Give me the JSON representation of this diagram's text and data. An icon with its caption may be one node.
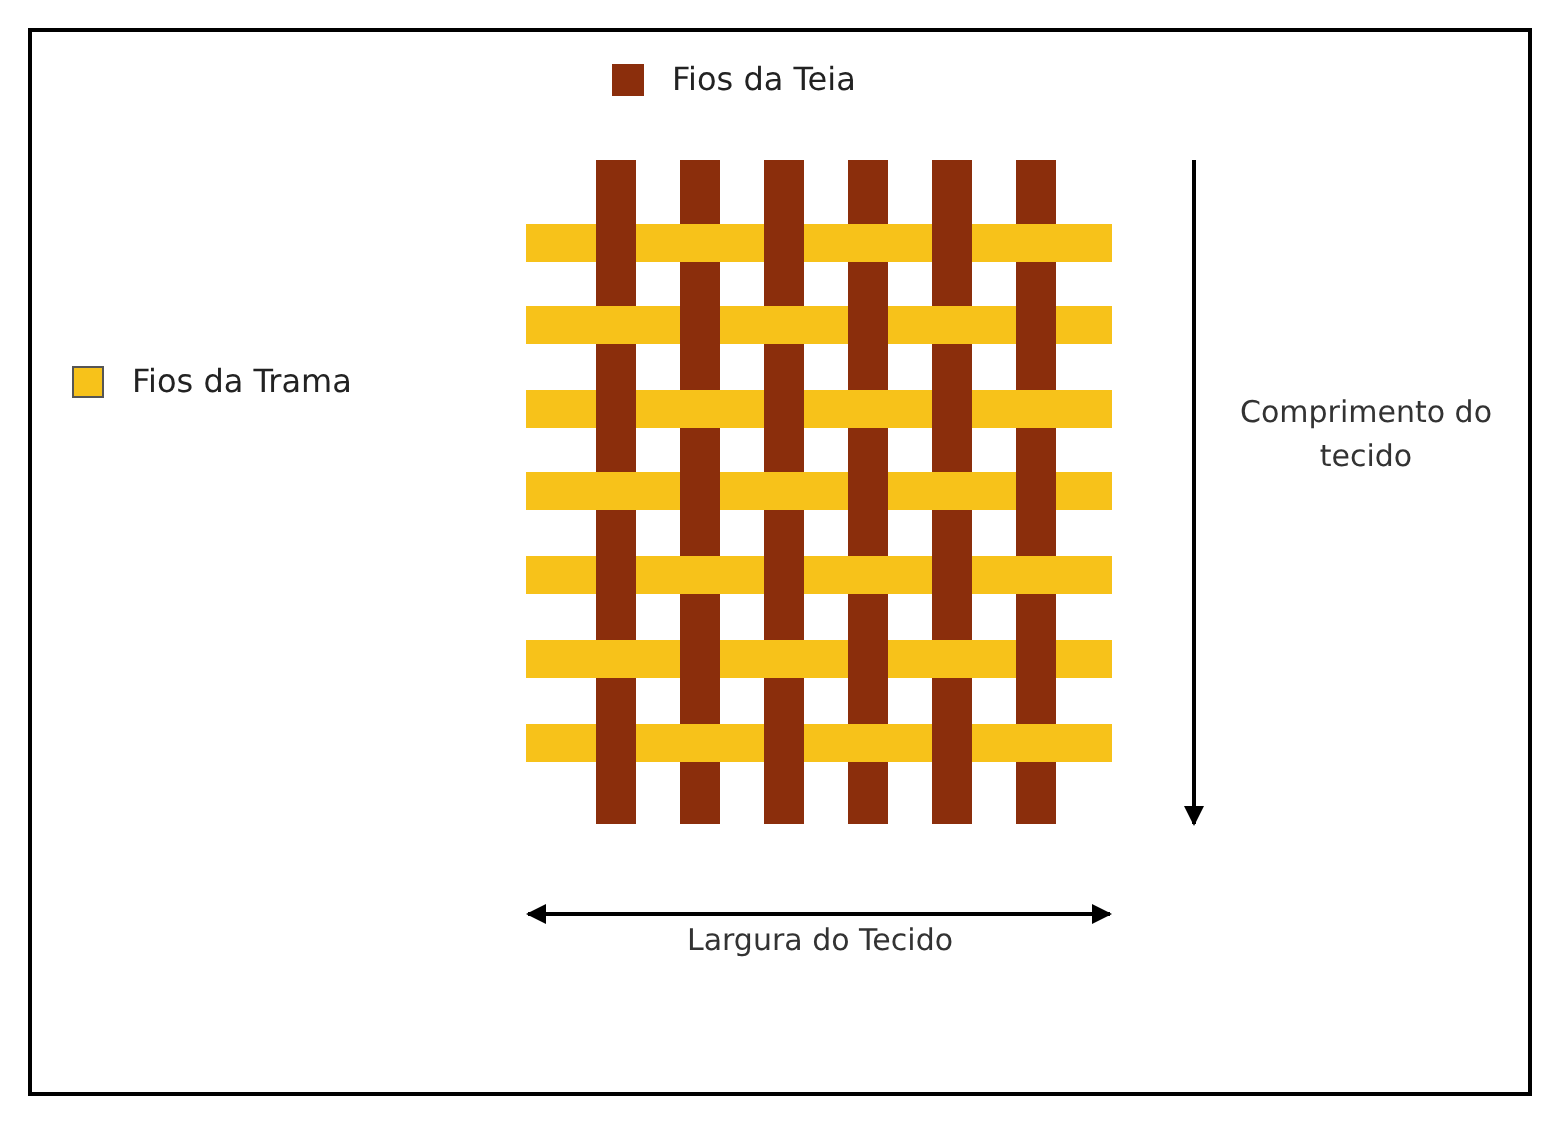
{
  "diagram": {
    "labels": [
      "Comprimento do tecido",
      "Largura do Tecido"
    ],
    "legend": [
      {
        "text": "Fios da Teia",
        "color": "#8b2e0c"
      },
      {
        "text": "Fios da Trama",
        "color": "#f7c21a"
      }
    ]
  }
}
